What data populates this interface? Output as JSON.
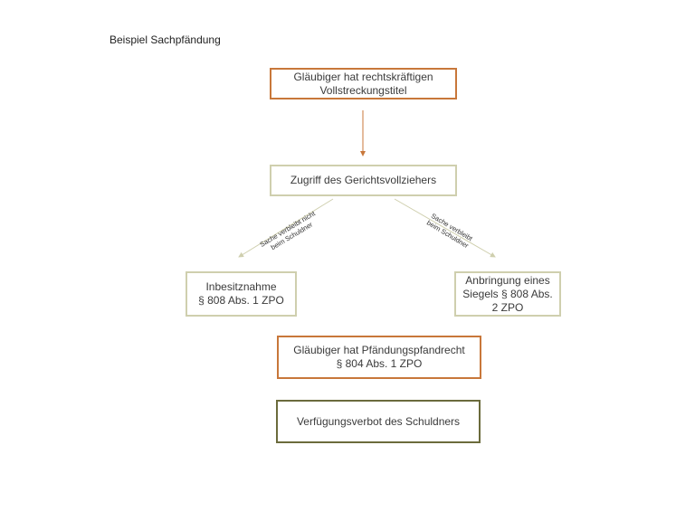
{
  "title": "Beispiel Sachpfändung",
  "nodes": {
    "title_holder": "Gläubiger hat rechtskräftigen\nVollstreckungstitel",
    "bailiff_access": "Zugriff des Gerichtsvollziehers",
    "possession": "Inbesitznahme\n§ 808 Abs. 1 ZPO",
    "seal": "Anbringung eines\nSiegels § 808 Abs.\n2 ZPO",
    "pledge_right": "Gläubiger hat Pfändungspfandrecht\n§ 804 Abs. 1 ZPO",
    "disposal_ban": "Verfügungsverbot des Schuldners"
  },
  "edges": {
    "left_label": "Sache verbleibt nicht\nbeim Schuldner",
    "right_label": "Sache verbleibt\nbeim Schuldner"
  },
  "colors": {
    "orange_border": "#c8773a",
    "tan_border": "#cfcfae",
    "olive_border": "#6b6b3c",
    "arrow_orange": "#c8773a",
    "arrow_tan": "#cfcfae"
  }
}
